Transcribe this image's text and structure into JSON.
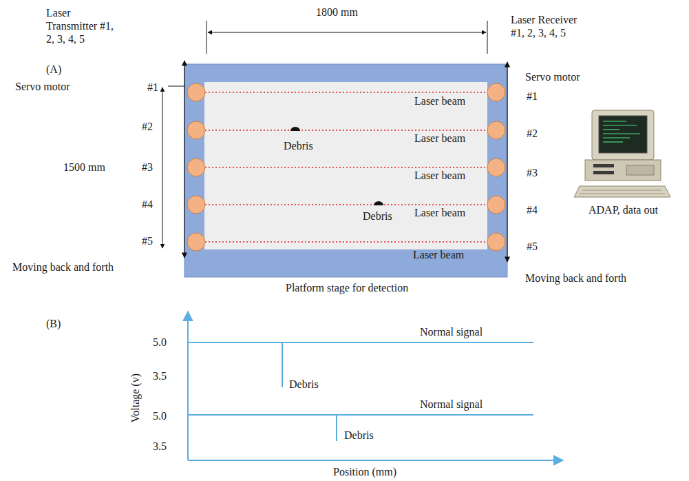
{
  "diagram": {
    "labels": [
      "Laser Transmitter #1, 2, 3, 4, 5",
      "1800 mm",
      "Laser Receiver #1, 2, 3, 4, 5",
      "(A)",
      "Servo motor",
      "#1",
      "#2",
      "#3",
      "#4",
      "#5",
      "1500 mm",
      "Servo motor",
      "#1",
      "#2",
      "#3",
      "#4",
      "#5",
      "Laser beam",
      "Laser beam",
      "Laser beam",
      "Laser beam",
      "Laser beam",
      "Debris",
      "Debris",
      "Moving back and forth",
      "Moving back and forth",
      "Platform stage for detection",
      "ADAP, data out",
      "(B)",
      "5.0",
      "3.5",
      "5.0",
      "3.5",
      "Voltage (v)",
      "Normal signal",
      "Normal signal",
      "Debris",
      "Debris",
      "Position (mm)"
    ]
  }
}
